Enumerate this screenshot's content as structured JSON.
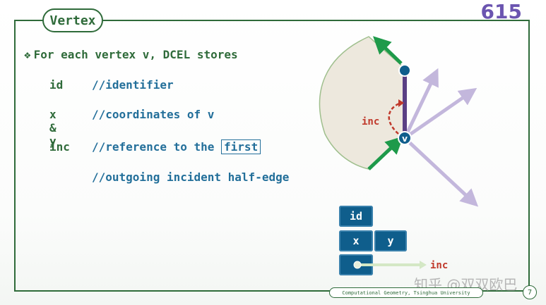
{
  "slide": {
    "title": "Vertex",
    "page_number": "615",
    "intro_bullet": "❖",
    "intro": "For each vertex v, DCEL stores",
    "fields": [
      {
        "name": "id",
        "comment": "//identifier"
      },
      {
        "name": "x & y",
        "comment": "//coordinates of v"
      },
      {
        "name": "inc",
        "comment_pre": "//reference to the ",
        "comment_boxed": "first"
      },
      {
        "name": "",
        "comment": "//outgoing incident half-edge"
      }
    ]
  },
  "diagram": {
    "inc_label": "inc",
    "vertex_label": "v"
  },
  "record": {
    "id_label": "id",
    "x_label": "x",
    "y_label": "y",
    "inc_label": "inc"
  },
  "footer": {
    "text": "Computational Geometry, Tsinghua University",
    "slide_index": "7"
  },
  "watermark": "知乎 @双双欧巴",
  "colors": {
    "frame_green": "#2f6b3a",
    "comment_blue": "#236f9a",
    "page_purple": "#6b55b0",
    "record_blue": "#0f5e8c",
    "inc_red": "#c0392b"
  }
}
